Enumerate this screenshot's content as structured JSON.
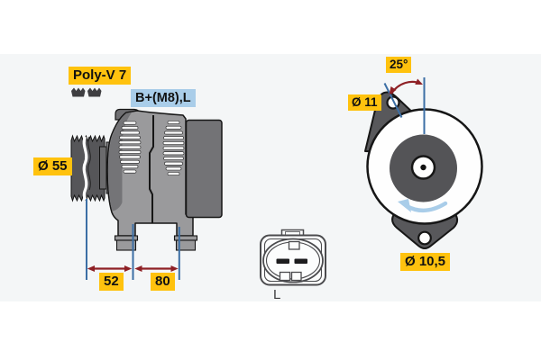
{
  "colors": {
    "label_yellow": "#FFC20E",
    "label_blue": "#A9CDE9",
    "dimension_line_blue": "#3C6FA5",
    "dimension_arrow_red": "#8E2025",
    "rotation_arrow_blue": "#A9CDE9",
    "body_gray": "#9A9A9C",
    "dark_gray": "#58585B",
    "background_band": "#F4F6F7"
  },
  "side_view": {
    "belt_type_label": "Poly-V 7",
    "terminal_label": "B+(M8),L",
    "pulley_diameter_label": "Ø 55",
    "dimensions": {
      "front": "52",
      "rear": "80"
    }
  },
  "front_view": {
    "angle_label": "25°",
    "top_hole_diameter_label": "Ø 11",
    "bottom_hole_diameter_label": "Ø 10,5"
  },
  "connector": {
    "terminal_label": "L"
  },
  "icons": {
    "belt_profile": "poly-v-belt-profile-icon",
    "rotation_direction": "rotation-arrow-icon"
  }
}
